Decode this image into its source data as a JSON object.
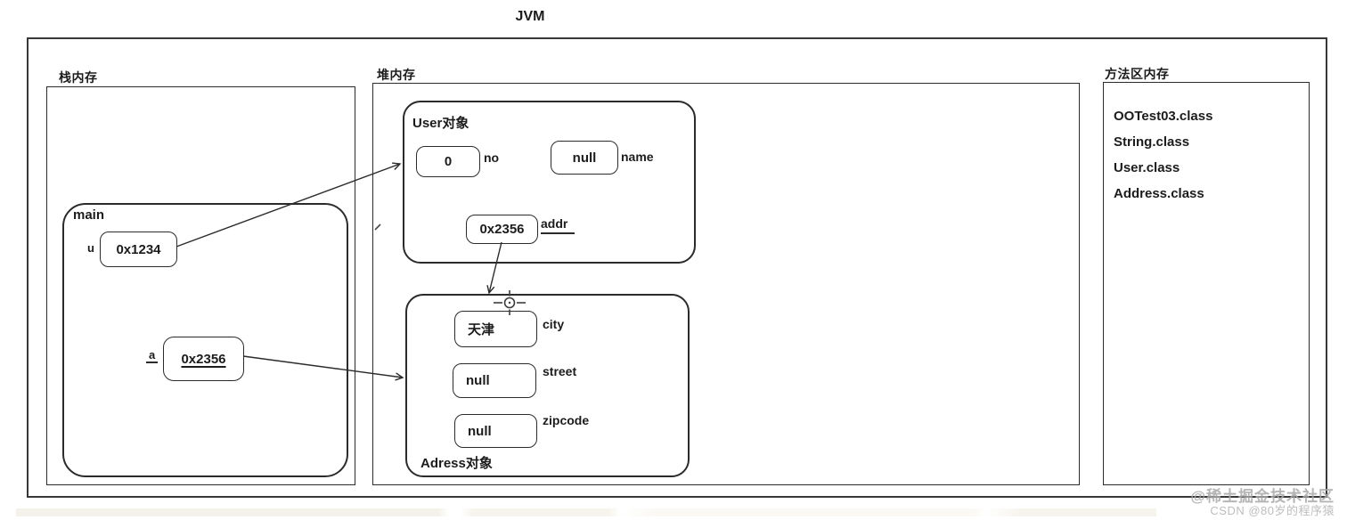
{
  "title": "JVM",
  "stack": {
    "label": "栈内存",
    "frame_label": "main",
    "vars": [
      {
        "name": "u",
        "value": "0x1234"
      },
      {
        "name": "a",
        "value": "0x2356"
      }
    ]
  },
  "heap": {
    "label": "堆内存",
    "user_object": {
      "label": "User对象",
      "fields": [
        {
          "value": "0",
          "name": "no"
        },
        {
          "value": "null",
          "name": "name"
        },
        {
          "value": "0x2356",
          "name": "addr"
        }
      ]
    },
    "address_object": {
      "label": "Adress对象",
      "fields": [
        {
          "value": "天津",
          "name": "city"
        },
        {
          "value": "null",
          "name": "street"
        },
        {
          "value": "null",
          "name": "zipcode"
        }
      ]
    }
  },
  "method_area": {
    "label": "方法区内存",
    "classes": [
      "OOTest03.class",
      "String.class",
      "User.class",
      "Address.class"
    ]
  },
  "watermark": {
    "line1": "@稀土掘金技术社区",
    "line2": "CSDN @80岁的程序猿"
  },
  "colors": {
    "line": "#2b2b2b",
    "watermark_primary": "#a9a9a9",
    "watermark_secondary": "#bdbdbd"
  }
}
